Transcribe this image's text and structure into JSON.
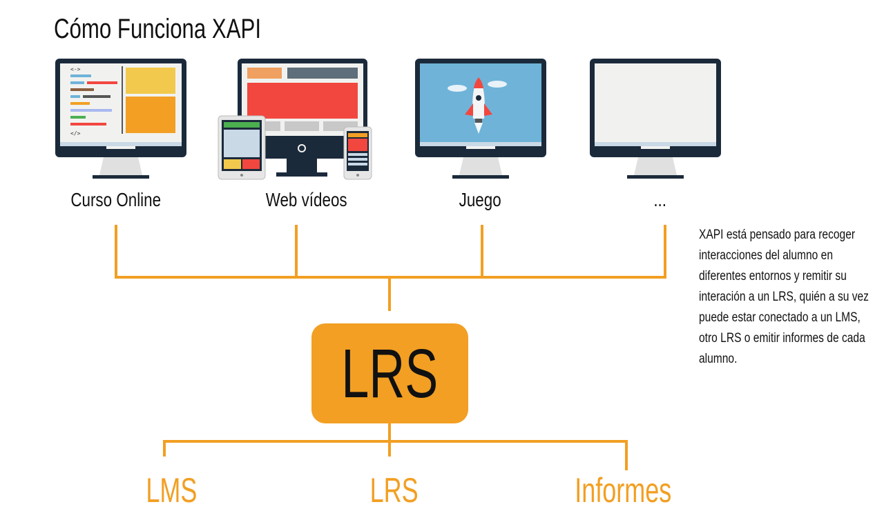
{
  "title": "Cómo Funciona XAPI",
  "sources": [
    {
      "label": "Curso Online",
      "icon": "code-editor-monitor-icon"
    },
    {
      "label": "Web vídeos",
      "icon": "multi-device-web-icon"
    },
    {
      "label": "Juego",
      "icon": "rocket-game-monitor-icon"
    },
    {
      "label": "...",
      "icon": "blank-monitor-icon"
    }
  ],
  "hub": {
    "label": "LRS"
  },
  "targets": [
    {
      "label": "LMS"
    },
    {
      "label": "LRS"
    },
    {
      "label": "Informes"
    }
  ],
  "description": "XAPI está pensado para recoger interacciones del alumno en diferentes entornos y remitir su interación a un LRS, quién a su vez puede estar conectado a un LMS, otro LRS o emitir informes de cada alumno.",
  "colors": {
    "accent": "#f29f23",
    "monitor_frame": "#1b2a3b",
    "editor_yellow": "#f2c94c",
    "editor_orange": "#f29f23",
    "web_red": "#f2473f",
    "sky_blue": "#6fb3d8",
    "blank_screen": "#f1f2f0"
  }
}
